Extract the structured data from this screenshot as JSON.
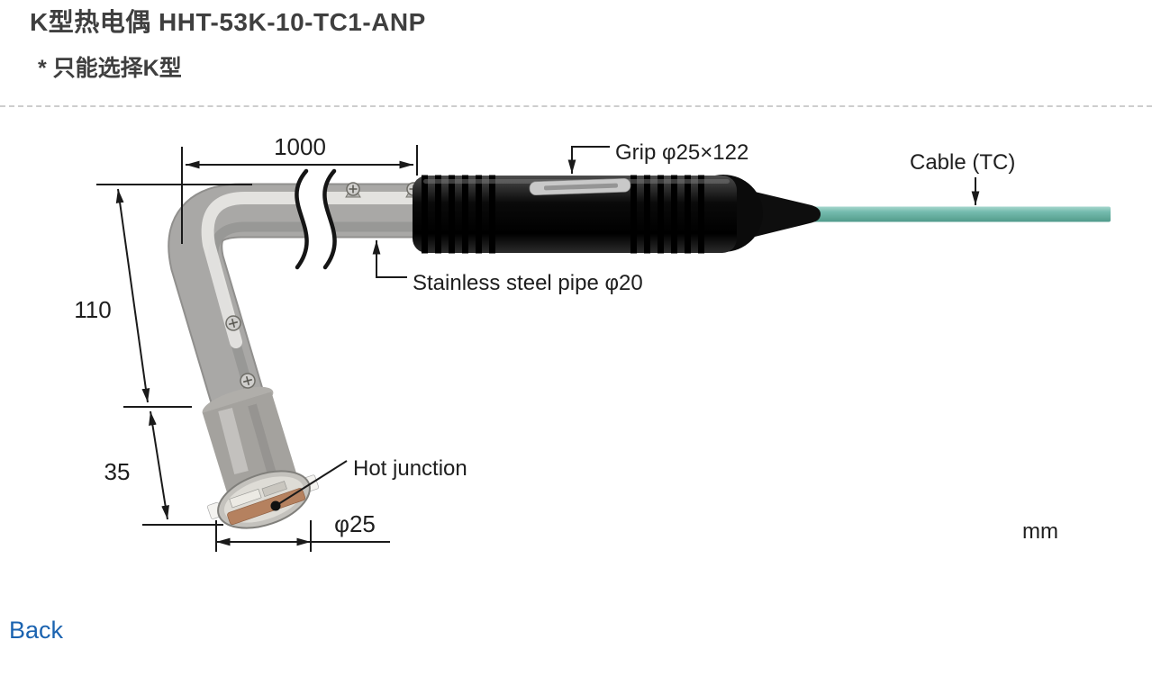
{
  "header": {
    "title": "K型热电偶 HHT-53K-10-TC1-ANP",
    "note": "* 只能选择K型"
  },
  "diagram": {
    "dims": {
      "pipe_length": "1000",
      "upper_section": "110",
      "tip_section": "35",
      "tip_diameter": "φ25"
    },
    "labels": {
      "grip": "Grip φ25×122",
      "cable": "Cable (TC)",
      "pipe": "Stainless steel pipe φ20",
      "hot_junction": "Hot junction",
      "unit": "mm"
    },
    "colors": {
      "cable": "#74bbae",
      "grip": "#0a0a0a",
      "pipe": "#a9a8a6",
      "dimension_lines": "#1a1a1a"
    }
  },
  "footer": {
    "back": "Back",
    "link_color": "#1b63b0"
  }
}
